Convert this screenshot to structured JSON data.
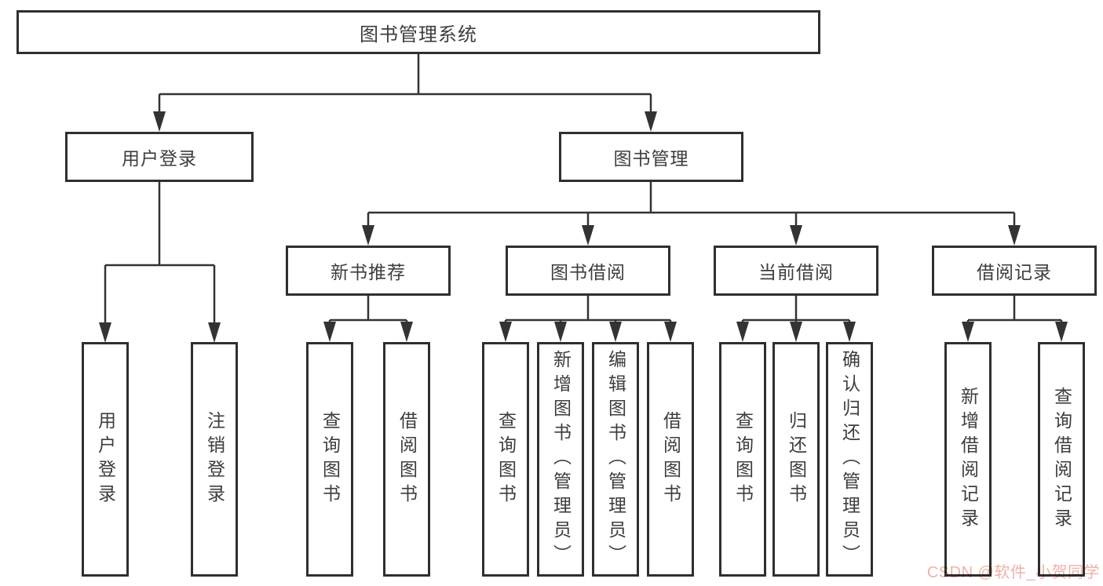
{
  "diagram": {
    "tree": {
      "label": "图书管理系统",
      "children": [
        {
          "label": "用户登录",
          "children": [
            {
              "label": "用户登录"
            },
            {
              "label": "注销登录"
            }
          ]
        },
        {
          "label": "图书管理",
          "children": [
            {
              "label": "新书推荐",
              "children": [
                {
                  "label": "查询图书"
                },
                {
                  "label": "借阅图书"
                }
              ]
            },
            {
              "label": "图书借阅",
              "children": [
                {
                  "label": "查询图书"
                },
                {
                  "label": "新增图书（管理员）"
                },
                {
                  "label": "编辑图书（管理员）"
                },
                {
                  "label": "借阅图书"
                }
              ]
            },
            {
              "label": "当前借阅",
              "children": [
                {
                  "label": "查询图书"
                },
                {
                  "label": "归还图书"
                },
                {
                  "label": "确认归还（管理员）"
                }
              ]
            },
            {
              "label": "借阅记录",
              "children": [
                {
                  "label": "新增借阅记录"
                },
                {
                  "label": "查询借阅记录"
                }
              ]
            }
          ]
        }
      ]
    }
  },
  "watermark": {
    "text": "CSDN @软件_小贺同学",
    "color": "#efb1a8"
  },
  "colors": {
    "line": "#333333",
    "box_border": "#2f2f2f",
    "text": "#3d3d3d",
    "background": "#ffffff"
  }
}
